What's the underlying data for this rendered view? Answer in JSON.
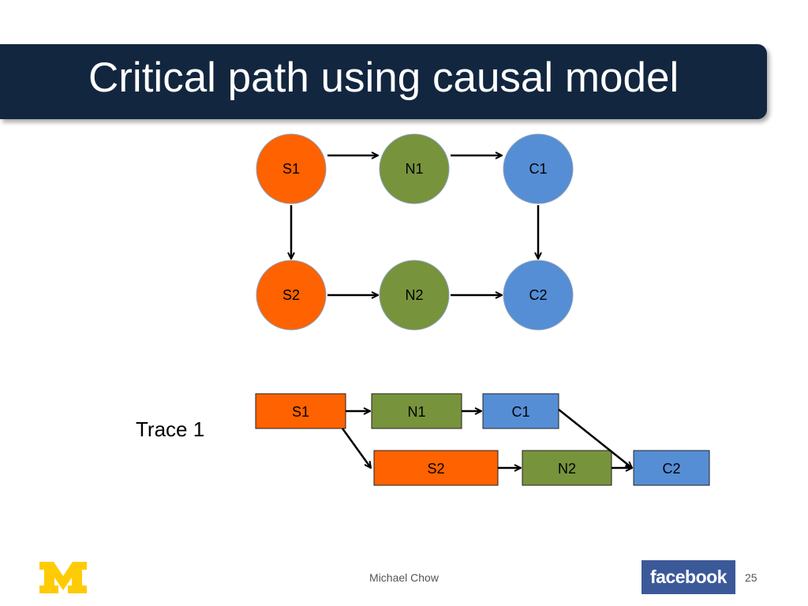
{
  "slide": {
    "title": "Critical path using causal model",
    "trace_label": "Trace 1",
    "footer_author": "Michael Chow",
    "brand_label": "facebook",
    "page_number": "25"
  },
  "colors": {
    "title_bar": "#12263F",
    "server": "#FF6200",
    "network": "#77933C",
    "client": "#558ED5",
    "michigan_maize": "#FFCB05",
    "facebook_blue": "#3B5998"
  },
  "icons": {
    "university_logo": "block-m-logo",
    "brand_logo": "facebook-logo"
  },
  "causal_model": {
    "nodes": [
      {
        "id": "S1",
        "label": "S1",
        "kind": "server"
      },
      {
        "id": "N1",
        "label": "N1",
        "kind": "network"
      },
      {
        "id": "C1",
        "label": "C1",
        "kind": "client"
      },
      {
        "id": "S2",
        "label": "S2",
        "kind": "server"
      },
      {
        "id": "N2",
        "label": "N2",
        "kind": "network"
      },
      {
        "id": "C2",
        "label": "C2",
        "kind": "client"
      }
    ],
    "edges": [
      {
        "from": "S1",
        "to": "N1"
      },
      {
        "from": "N1",
        "to": "C1"
      },
      {
        "from": "S1",
        "to": "S2"
      },
      {
        "from": "C1",
        "to": "C2"
      },
      {
        "from": "S2",
        "to": "N2"
      },
      {
        "from": "N2",
        "to": "C2"
      }
    ]
  },
  "trace": {
    "segments": [
      {
        "id": "S1",
        "label": "S1",
        "kind": "server"
      },
      {
        "id": "N1",
        "label": "N1",
        "kind": "network"
      },
      {
        "id": "C1",
        "label": "C1",
        "kind": "client"
      },
      {
        "id": "S2",
        "label": "S2",
        "kind": "server"
      },
      {
        "id": "N2",
        "label": "N2",
        "kind": "network"
      },
      {
        "id": "C2",
        "label": "C2",
        "kind": "client"
      }
    ],
    "edges": [
      {
        "from": "S1",
        "to": "N1"
      },
      {
        "from": "N1",
        "to": "C1"
      },
      {
        "from": "S1",
        "to": "S2"
      },
      {
        "from": "S2",
        "to": "N2"
      },
      {
        "from": "N2",
        "to": "C2"
      },
      {
        "from": "C1",
        "to": "C2"
      }
    ]
  }
}
